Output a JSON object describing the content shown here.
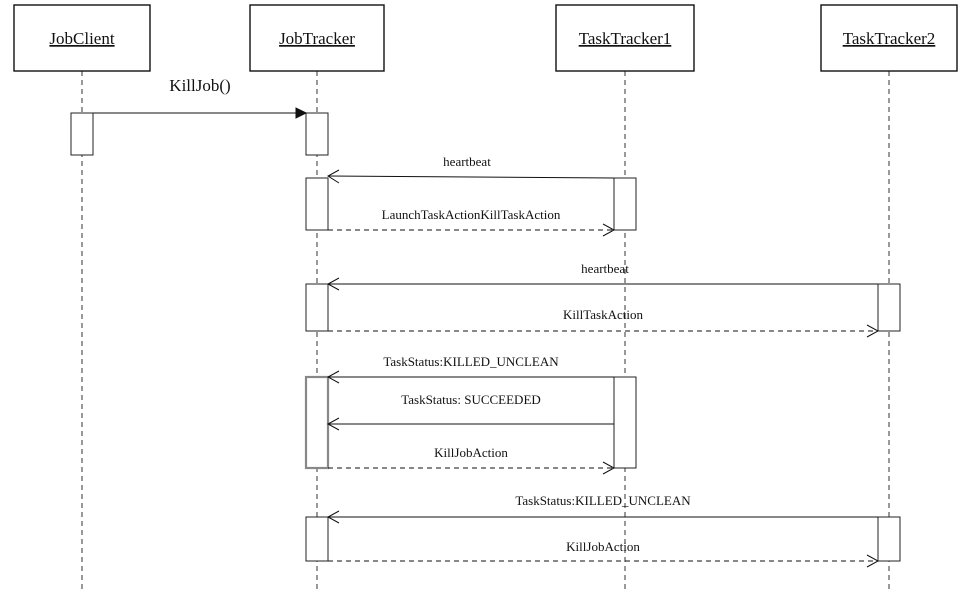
{
  "actors": [
    {
      "id": "jobclient",
      "name": "JobClient"
    },
    {
      "id": "jobtracker",
      "name": "JobTracker"
    },
    {
      "id": "tasktracker1",
      "name": "TaskTracker1"
    },
    {
      "id": "tasktracker2",
      "name": "TaskTracker2"
    }
  ],
  "messages": [
    {
      "label": "KillJob()",
      "from": "jobclient",
      "to": "jobtracker",
      "style": "solid"
    },
    {
      "label": "heartbeat",
      "from": "tasktracker1",
      "to": "jobtracker",
      "style": "solid"
    },
    {
      "label": "LaunchTaskActionKillTaskAction",
      "from": "jobtracker",
      "to": "tasktracker1",
      "style": "dashed"
    },
    {
      "label": "heartbeat",
      "from": "tasktracker2",
      "to": "jobtracker",
      "style": "solid"
    },
    {
      "label": "KillTaskAction",
      "from": "jobtracker",
      "to": "tasktracker2",
      "style": "dashed"
    },
    {
      "label": "TaskStatus:KILLED_UNCLEAN",
      "from": "tasktracker1",
      "to": "jobtracker",
      "style": "solid"
    },
    {
      "label": "TaskStatus: SUCCEEDED",
      "from": "tasktracker1",
      "to": "jobtracker",
      "style": "solid"
    },
    {
      "label": "KillJobAction",
      "from": "jobtracker",
      "to": "tasktracker1",
      "style": "dashed"
    },
    {
      "label": "TaskStatus:KILLED_UNCLEAN",
      "from": "tasktracker2",
      "to": "jobtracker",
      "style": "solid"
    },
    {
      "label": "KillJobAction",
      "from": "jobtracker",
      "to": "tasktracker2",
      "style": "dashed"
    }
  ]
}
